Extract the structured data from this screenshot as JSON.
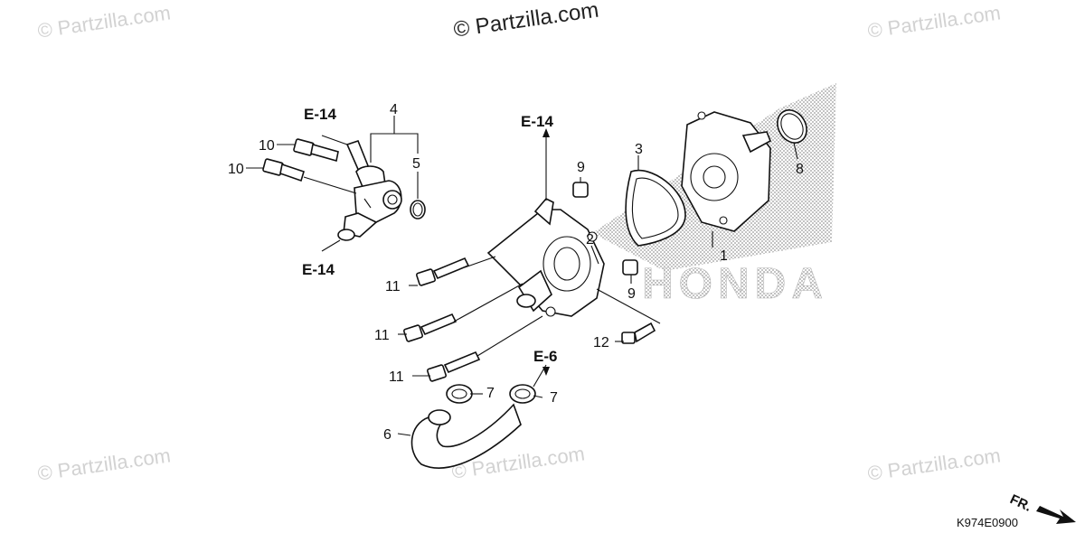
{
  "watermark": {
    "main": "© Partzilla.com",
    "faint": "© Partzilla.com"
  },
  "diagram_code": "K974E0900",
  "front_marker": "FR.",
  "brand_logo": "HONDA",
  "callouts": {
    "c1": "1",
    "c2": "2",
    "c3": "3",
    "c4": "4",
    "c5": "5",
    "c6": "6",
    "c7a": "7",
    "c7b": "7",
    "c8": "8",
    "c9a": "9",
    "c9b": "9",
    "c10a": "10",
    "c10b": "10",
    "c11a": "11",
    "c11b": "11",
    "c11c": "11",
    "c12": "12"
  },
  "references": {
    "e14_top_left": "E-14",
    "e14_bottom_left": "E-14",
    "e14_center": "E-14",
    "e6": "E-6"
  }
}
